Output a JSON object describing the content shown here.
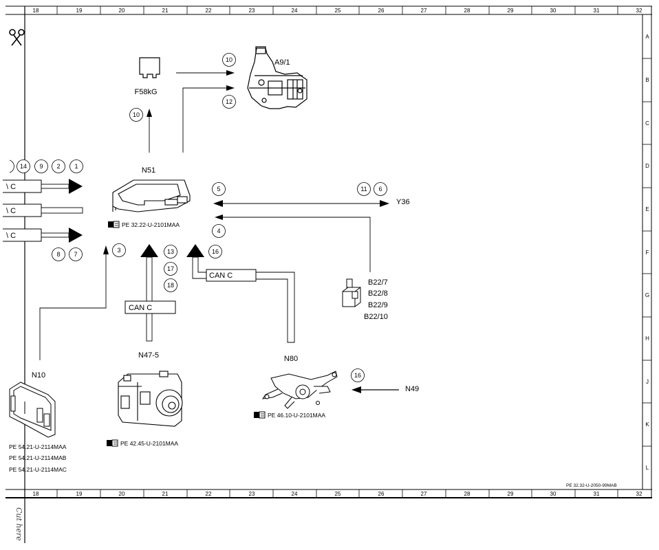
{
  "ruler": {
    "columns": [
      "18",
      "19",
      "20",
      "21",
      "22",
      "23",
      "24",
      "25",
      "26",
      "27",
      "28",
      "29",
      "30",
      "31",
      "32"
    ],
    "rows": [
      "A",
      "B",
      "C",
      "D",
      "E",
      "F",
      "G",
      "H",
      "J",
      "K",
      "L"
    ]
  },
  "components": {
    "f58kg": "F58kG",
    "a9_1": "A9/1",
    "n51": "N51",
    "y36": "Y36",
    "b22_7": "B22/7",
    "b22_8": "B22/8",
    "b22_9": "B22/9",
    "b22_10": "B22/10",
    "n47_5": "N47-5",
    "n80": "N80",
    "n49": "N49",
    "n10": "N10"
  },
  "bus": {
    "can_c": "CAN C",
    "can_c_partial": "\\ C"
  },
  "circles": {
    "c10a": "10",
    "c12": "12",
    "c10b": "10",
    "c14": "14",
    "c9": "9",
    "c2": "2",
    "c1": "1",
    "c5": "5",
    "c4": "4",
    "c11": "11",
    "c6": "6",
    "c8": "8",
    "c7": "7",
    "c3": "3",
    "c13": "13",
    "c17": "17",
    "c18": "18",
    "c16a": "16",
    "c16b": "16"
  },
  "refs": {
    "n51": "PE 32.22-U-2101MAA",
    "n47_5": "PE 42.45-U-2101MAA",
    "n80": "PE 46.10-U-2101MAA",
    "n10_a": "PE 54.21-U-2114MAA",
    "n10_b": "PE 54.21-U-2114MAB",
    "n10_c": "PE 54.21-U-2114MAC",
    "sheet": "PE 32.32-U-2050-99MAB"
  },
  "margin": {
    "cut_here": "Cut here"
  },
  "icons": [
    "scissors-icon",
    "book-reference-icon"
  ]
}
